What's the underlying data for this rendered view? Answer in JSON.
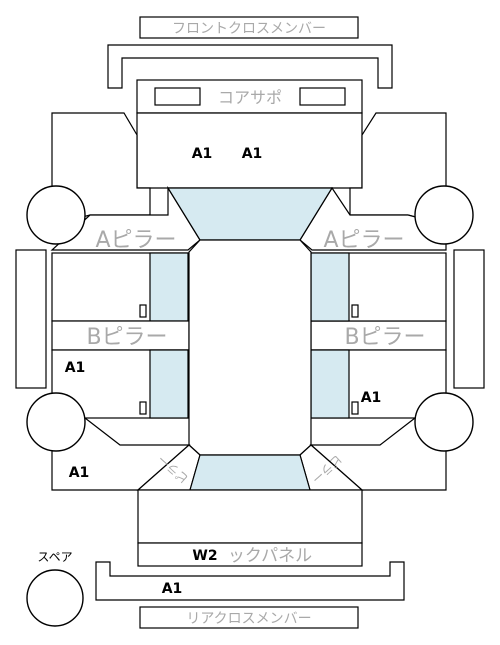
{
  "parts": {
    "front_cross_member": "フロントクロスメンバー",
    "core_support": "コアサポ",
    "a_pillar_left": "Aピラー",
    "a_pillar_right": "Aピラー",
    "b_pillar_left": "Bピラー",
    "b_pillar_right": "Bピラー",
    "center_pillar_left": "ピラー",
    "center_pillar_right": "ピラー",
    "back_panel": "ックパネル",
    "rear_cross_member": "リアクロスメンバー",
    "spare": "スペア"
  },
  "codes": {
    "hood_1": "A1",
    "hood_2": "A1",
    "left_rear_door": "A1",
    "right_rear_door": "A1",
    "left_rear_quarter": "A1",
    "back_panel": "W2",
    "rear_cross_member": "A1"
  }
}
